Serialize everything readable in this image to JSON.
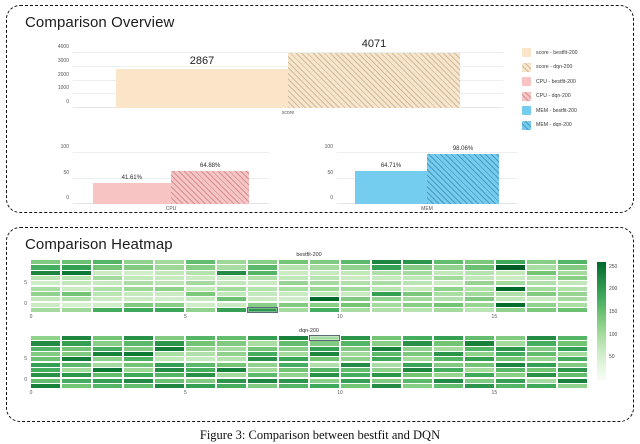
{
  "cards": {
    "overview_title": "Comparison Overview",
    "heatmap_title": "Comparison Heatmap"
  },
  "legend": {
    "items": [
      {
        "label": "score - bestfit-200",
        "swatch": "score-solid",
        "color": "#fae5c8"
      },
      {
        "label": "score - dqn-200",
        "swatch": "score-hatch",
        "color": "#f7e6cd"
      },
      {
        "label": "CPU - bestfit-200",
        "swatch": "cpu-solid",
        "color": "#f7c3c3"
      },
      {
        "label": "CPU - dqn-200",
        "swatch": "cpu-hatch",
        "color": "#f4c6c6"
      },
      {
        "label": "MEM - bestfit-200",
        "swatch": "mem-solid",
        "color": "#74cdee"
      },
      {
        "label": "MEM - dqn-200",
        "swatch": "mem-hatch",
        "color": "#74cdee"
      }
    ]
  },
  "caption": {
    "text": "Figure 3: Comparison between bestfit and DQN"
  },
  "chart_data": [
    {
      "type": "bar",
      "name": "score-chart",
      "title": "",
      "categories": [
        "score"
      ],
      "xlabel": "",
      "ylabel": "",
      "ylim": [
        0,
        4400
      ],
      "yticks": [
        0,
        1000,
        2000,
        3000,
        4000
      ],
      "ytick_labels": [
        "0",
        "1000",
        "2000",
        "3000",
        "4000"
      ],
      "xtick_labels": [
        "score"
      ],
      "grid": true,
      "series": [
        {
          "name": "score - bestfit-200",
          "values": [
            2867
          ],
          "value_labels": [
            "2867"
          ],
          "style": "solid",
          "color": "#fae5c8"
        },
        {
          "name": "score - dqn-200",
          "values": [
            4071
          ],
          "value_labels": [
            "4071"
          ],
          "style": "hatch",
          "color": "#f7e6cd"
        }
      ]
    },
    {
      "type": "bar",
      "name": "cpu-chart",
      "title": "",
      "categories": [
        "CPU"
      ],
      "xlabel": "",
      "ylabel": "",
      "ylim": [
        0,
        118
      ],
      "yticks": [
        0,
        50,
        100
      ],
      "ytick_labels": [
        "0",
        "50",
        "100"
      ],
      "xtick_labels": [
        "CPU"
      ],
      "grid": true,
      "series": [
        {
          "name": "CPU - bestfit-200",
          "values": [
            41.61
          ],
          "value_labels": [
            "41.61%"
          ],
          "style": "solid",
          "color": "#f7c3c3"
        },
        {
          "name": "CPU - dqn-200",
          "values": [
            64.88
          ],
          "value_labels": [
            "64.88%"
          ],
          "style": "hatch",
          "color": "#f4c6c6"
        }
      ]
    },
    {
      "type": "bar",
      "name": "mem-chart",
      "title": "",
      "categories": [
        "MEM"
      ],
      "xlabel": "",
      "ylabel": "",
      "ylim": [
        0,
        118
      ],
      "yticks": [
        0,
        50,
        100
      ],
      "ytick_labels": [
        "0",
        "50",
        "100"
      ],
      "xtick_labels": [
        "MEM"
      ],
      "grid": true,
      "series": [
        {
          "name": "MEM - bestfit-200",
          "values": [
            64.71
          ],
          "value_labels": [
            "64.71%"
          ],
          "style": "solid",
          "color": "#74cdee"
        },
        {
          "name": "MEM - dqn-200",
          "values": [
            98.06
          ],
          "value_labels": [
            "98.06%"
          ],
          "style": "hatch",
          "color": "#74cdee"
        }
      ]
    },
    {
      "type": "heatmap",
      "name": "heatmap-bestfit",
      "title": "bestfit-200",
      "xlabel": "",
      "ylabel": "",
      "xticks": [
        0,
        5,
        10,
        15
      ],
      "xtick_labels": [
        "0",
        "5",
        "10",
        "15"
      ],
      "ytick_labels": [
        "5",
        "0"
      ],
      "colormap": "Greens",
      "vmin": 0,
      "vmax": 260,
      "n_cols": 18,
      "n_rows": 10,
      "selected_cell": {
        "col": 7,
        "row": 9
      },
      "values": [
        [
          120,
          160,
          200,
          75,
          55,
          90,
          110,
          70,
          60,
          95
        ],
        [
          135,
          175,
          215,
          80,
          70,
          60,
          130,
          85,
          50,
          100
        ],
        [
          150,
          130,
          60,
          95,
          65,
          85,
          75,
          60,
          55,
          160
        ],
        [
          110,
          120,
          55,
          70,
          90,
          100,
          65,
          60,
          120,
          165
        ],
        [
          95,
          100,
          70,
          65,
          75,
          110,
          60,
          55,
          115,
          170
        ],
        [
          140,
          115,
          80,
          60,
          95,
          70,
          125,
          65,
          58,
          110
        ],
        [
          100,
          90,
          195,
          60,
          70,
          95,
          70,
          135,
          62,
          175
        ],
        [
          115,
          145,
          150,
          85,
          62,
          80,
          68,
          60,
          115,
          185
        ],
        [
          130,
          80,
          60,
          70,
          105,
          90,
          62,
          58,
          120,
          95
        ],
        [
          120,
          95,
          65,
          75,
          95,
          100,
          70,
          230,
          115,
          160
        ],
        [
          145,
          110,
          70,
          60,
          85,
          95,
          60,
          120,
          130,
          90
        ],
        [
          200,
          175,
          85,
          65,
          90,
          75,
          175,
          110,
          95,
          85
        ],
        [
          185,
          120,
          95,
          70,
          75,
          65,
          125,
          95,
          115,
          80
        ],
        [
          140,
          110,
          70,
          95,
          60,
          110,
          90,
          85,
          130,
          95
        ],
        [
          125,
          135,
          80,
          70,
          105,
          85,
          95,
          120,
          105,
          75
        ],
        [
          165,
          240,
          70,
          60,
          95,
          230,
          85,
          70,
          225,
          110
        ],
        [
          115,
          90,
          130,
          75,
          85,
          95,
          120,
          60,
          110,
          125
        ],
        [
          150,
          120,
          95,
          115,
          70,
          85,
          105,
          95,
          90,
          135
        ]
      ]
    },
    {
      "type": "heatmap",
      "name": "heatmap-dqn",
      "title": "dqn-200",
      "xlabel": "",
      "ylabel": "",
      "xticks": [
        0,
        5,
        10,
        15
      ],
      "xtick_labels": [
        "0",
        "5",
        "10",
        "15"
      ],
      "ytick_labels": [
        "5",
        "0"
      ],
      "colormap": "Greens",
      "vmin": 0,
      "vmax": 260,
      "n_cols": 18,
      "n_rows": 10,
      "selected_cell": {
        "col": 9,
        "row": 0
      },
      "values": [
        [
          110,
          195,
          150,
          120,
          135,
          175,
          160,
          190,
          140,
          205
        ],
        [
          200,
          175,
          130,
          120,
          210,
          145,
          95,
          185,
          160,
          130
        ],
        [
          130,
          115,
          160,
          205,
          110,
          95,
          215,
          140,
          175,
          150
        ],
        [
          190,
          145,
          120,
          215,
          155,
          130,
          100,
          165,
          195,
          140
        ],
        [
          120,
          185,
          210,
          90,
          70,
          175,
          195,
          150,
          135,
          200
        ],
        [
          150,
          130,
          105,
          85,
          65,
          145,
          160,
          190,
          120,
          175
        ],
        [
          140,
          120,
          95,
          110,
          80,
          130,
          205,
          95,
          185,
          160
        ],
        [
          175,
          90,
          130,
          160,
          190,
          110,
          95,
          145,
          200,
          120
        ],
        [
          205,
          140,
          115,
          95,
          170,
          160,
          130,
          110,
          185,
          150
        ],
        [
          95,
          120,
          175,
          200,
          130,
          85,
          150,
          190,
          115,
          165
        ],
        [
          185,
          150,
          120,
          95,
          110,
          195,
          140,
          160,
          175,
          130
        ],
        [
          130,
          115,
          205,
          145,
          165,
          90,
          110,
          185,
          120,
          195
        ],
        [
          160,
          190,
          110,
          125,
          95,
          170,
          200,
          130,
          145,
          115
        ],
        [
          175,
          130,
          95,
          185,
          150,
          120,
          160,
          105,
          195,
          140
        ],
        [
          140,
          205,
          150,
          110,
          175,
          130,
          95,
          165,
          120,
          185
        ],
        [
          120,
          95,
          185,
          160,
          130,
          200,
          145,
          115,
          175,
          150
        ],
        [
          195,
          160,
          120,
          140,
          105,
          175,
          130,
          190,
          95,
          165
        ],
        [
          150,
          130,
          175,
          95,
          160,
          120,
          185,
          140,
          205,
          110
        ]
      ]
    }
  ]
}
